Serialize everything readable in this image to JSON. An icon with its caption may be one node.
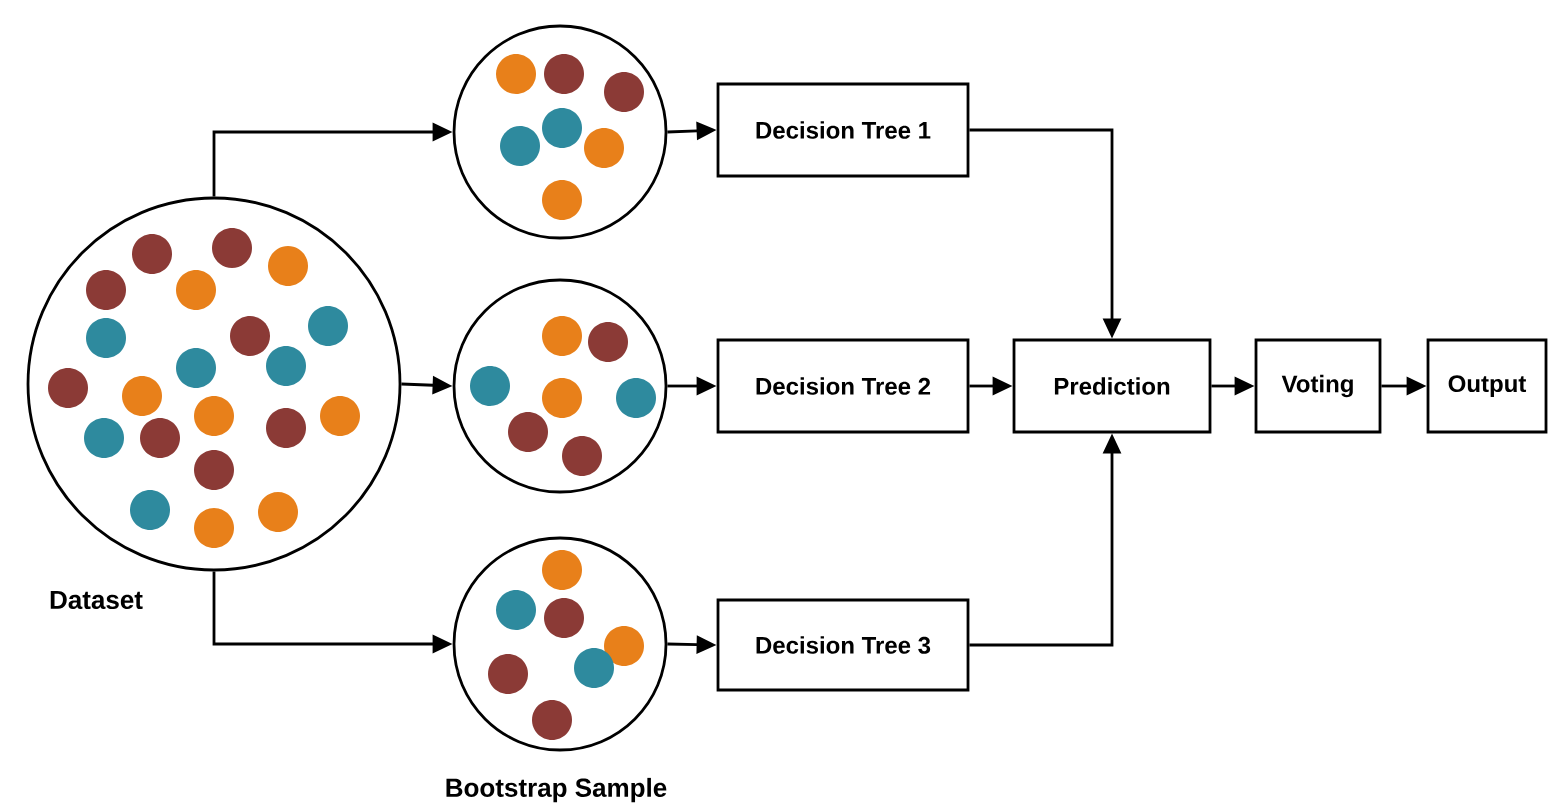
{
  "diagram": {
    "nodes": [
      {
        "text": [
          "Dataset"
        ]
      },
      {
        "text": [],
        "shape": "circle"
      },
      {
        "text": [],
        "shape": "circle"
      },
      {
        "text": [],
        "shape": "circle"
      },
      {
        "text": [
          "Decision Tree 1"
        ]
      },
      {
        "text": [
          "Decision Tree 2"
        ]
      },
      {
        "text": [
          "Decision Tree 3"
        ]
      },
      {
        "text": [
          "Prediction"
        ]
      },
      {
        "text": [
          "Voting"
        ]
      },
      {
        "text": [
          "Output"
        ]
      }
    ],
    "edges": [
      {
        "from": 0,
        "to": 1,
        "arrow": "to"
      },
      {
        "from": 0,
        "to": 2,
        "arrow": "to"
      },
      {
        "from": 0,
        "to": 3,
        "arrow": "to"
      },
      {
        "from": 1,
        "to": 4,
        "arrow": "to"
      },
      {
        "from": 2,
        "to": 5,
        "arrow": "to"
      },
      {
        "from": 3,
        "to": 6,
        "arrow": "to"
      },
      {
        "from": 4,
        "to": 7,
        "arrow": "to"
      },
      {
        "from": 5,
        "to": 7,
        "arrow": "to"
      },
      {
        "from": 6,
        "to": 7,
        "arrow": "to"
      },
      {
        "from": 7,
        "to": 8,
        "arrow": "to"
      },
      {
        "from": 8,
        "to": 9,
        "arrow": "to"
      }
    ],
    "labels": [
      "Bootstrap Sample"
    ]
  }
}
